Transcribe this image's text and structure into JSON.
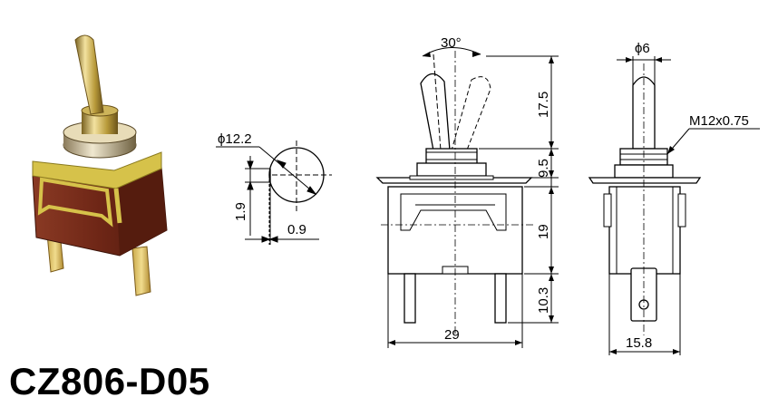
{
  "title": "CZ806-D05",
  "hole_view": {
    "diameter_label": "ϕ12.2",
    "flat_height_label": "1.9",
    "flat_offset_label": "0.9"
  },
  "front_view": {
    "angle_label": "30°",
    "lever_height_label": "17.5",
    "bushing_height_label": "9.5",
    "body_height_label": "19",
    "terminal_length_label": "10.3",
    "width_label": "29"
  },
  "side_view": {
    "lever_diameter_label": "ϕ6",
    "thread_label": "M12x0.75",
    "width_label": "15.8"
  },
  "colors": {
    "line": "#000000",
    "body_brown": "#7a2e1c",
    "brass": "#c9a93b"
  }
}
